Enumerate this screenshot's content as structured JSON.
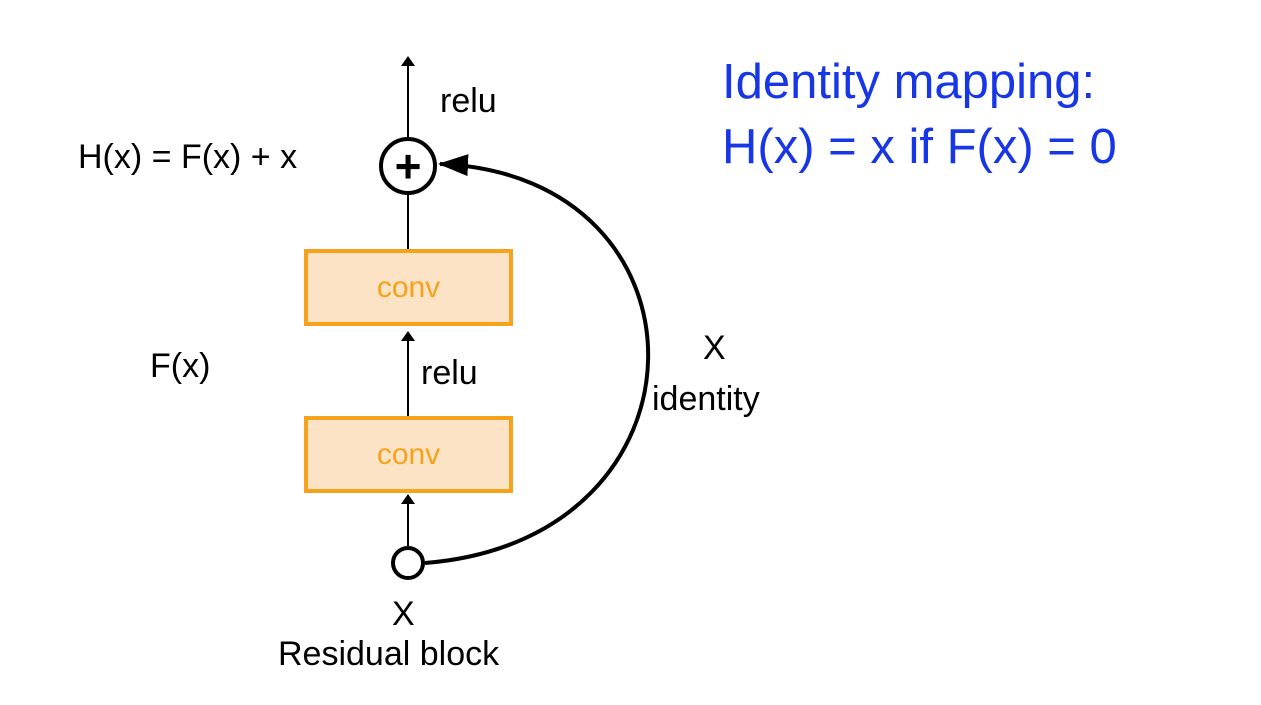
{
  "colors": {
    "accent_blue": "#1736e6",
    "conv_border": "#f7a21b",
    "conv_fill": "#fde3c5",
    "line": "#000000"
  },
  "diagram": {
    "top_relu": "relu",
    "output_formula": "H(x) = F(x) + x",
    "add_symbol": "+",
    "conv_top": "conv",
    "conv_bottom": "conv",
    "mid_relu": "relu",
    "residual_label": "F(x)",
    "skip_x": "X",
    "skip_identity": "identity",
    "input_x": "X",
    "caption": "Residual block"
  },
  "note": {
    "line1": "Identity mapping:",
    "line2": "H(x) = x if F(x) = 0"
  }
}
